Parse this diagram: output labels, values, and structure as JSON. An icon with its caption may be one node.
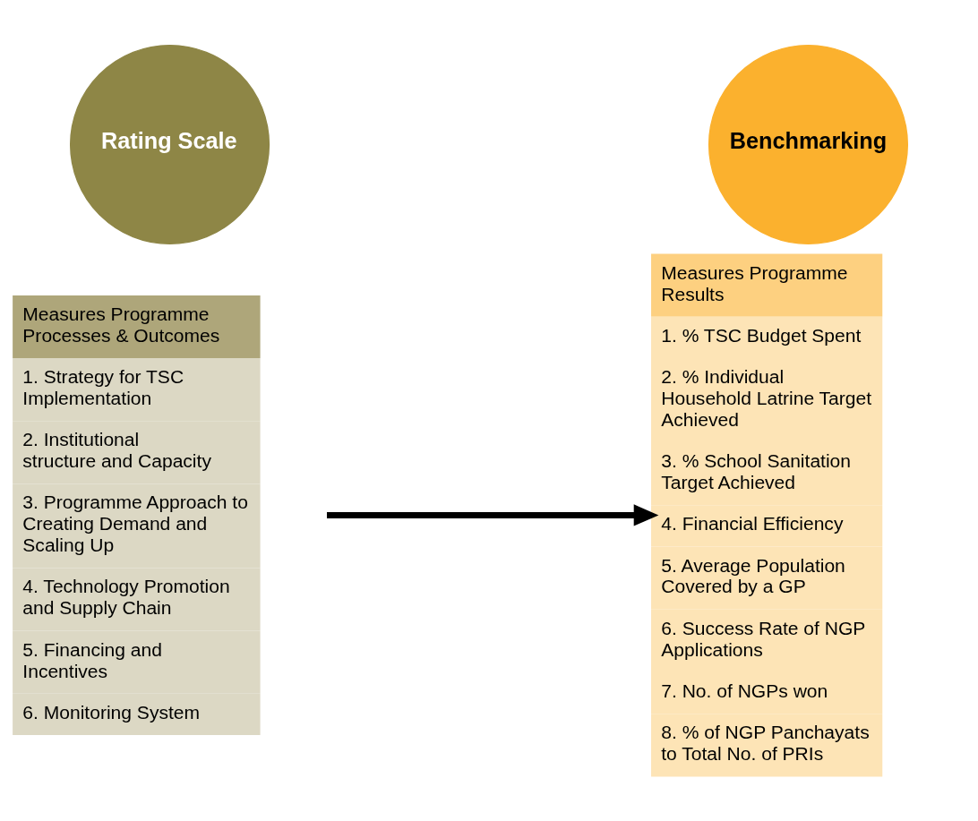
{
  "diagram": {
    "nodes": [
      {
        "text": [
          "Rating Scale"
        ]
      },
      {
        "text": [
          "Measures Programme Processes & Outcomes",
          "1. Strategy for TSC Implementation",
          "2. Institutional structure and Capacity",
          "3. Programme Approach to Creating Demand and Scaling Up",
          "4. Technology Promotion and Supply Chain",
          "5. Financing and Incentives",
          "6. Monitoring System"
        ]
      },
      {
        "text": [
          "Benchmarking"
        ]
      },
      {
        "text": [
          "Measures Programme Results",
          "1. % TSC Budget Spent",
          "2. % Individual Household Latrine Target Achieved",
          "3. % School Sanitation Target Achieved",
          "4. Financial Efficiency",
          "5. Average Population Covered by a GP",
          "6. Success Rate of NGP Applications",
          "7. No. of NGPs won",
          "8. % of NGP Panchayats to Total No. of PRIs"
        ]
      }
    ],
    "edges": [
      {
        "from": 1,
        "to": 3,
        "arrow": "to"
      }
    ]
  }
}
